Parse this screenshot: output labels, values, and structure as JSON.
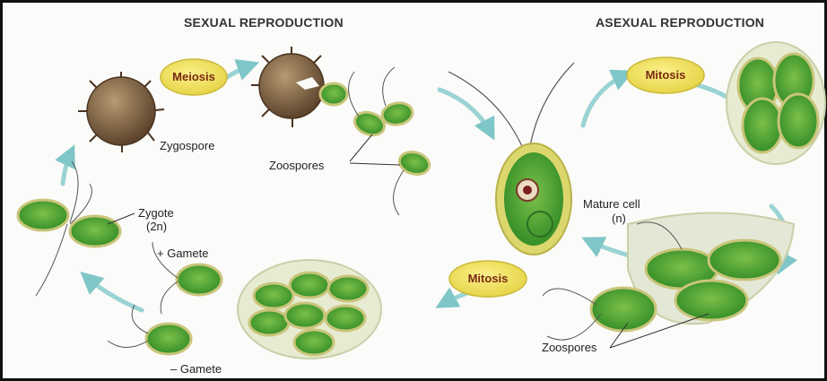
{
  "headings": {
    "sexual": "SEXUAL REPRODUCTION",
    "asexual": "ASEXUAL REPRODUCTION"
  },
  "process_labels": {
    "meiosis": "Meiosis",
    "mitosis_top": "Mitosis",
    "mitosis_bottom": "Mitosis"
  },
  "labels": {
    "zygospore": "Zygospore",
    "zoospores_top": "Zoospores",
    "zygote": "Zygote",
    "zygote_ploidy": "(2n)",
    "plus_gamete": "+ Gamete",
    "minus_gamete": "– Gamete",
    "mature_cell": "Mature cell",
    "mature_cell_ploidy": "(n)",
    "zoospores_bottom": "Zoospores"
  },
  "colors": {
    "cell_green": "#3f9a2c",
    "cell_wall": "#d6d27a",
    "oval_fill": "#efe25a",
    "arrow": "#8ccfcf",
    "spore_brown": "#7a5a3a"
  }
}
